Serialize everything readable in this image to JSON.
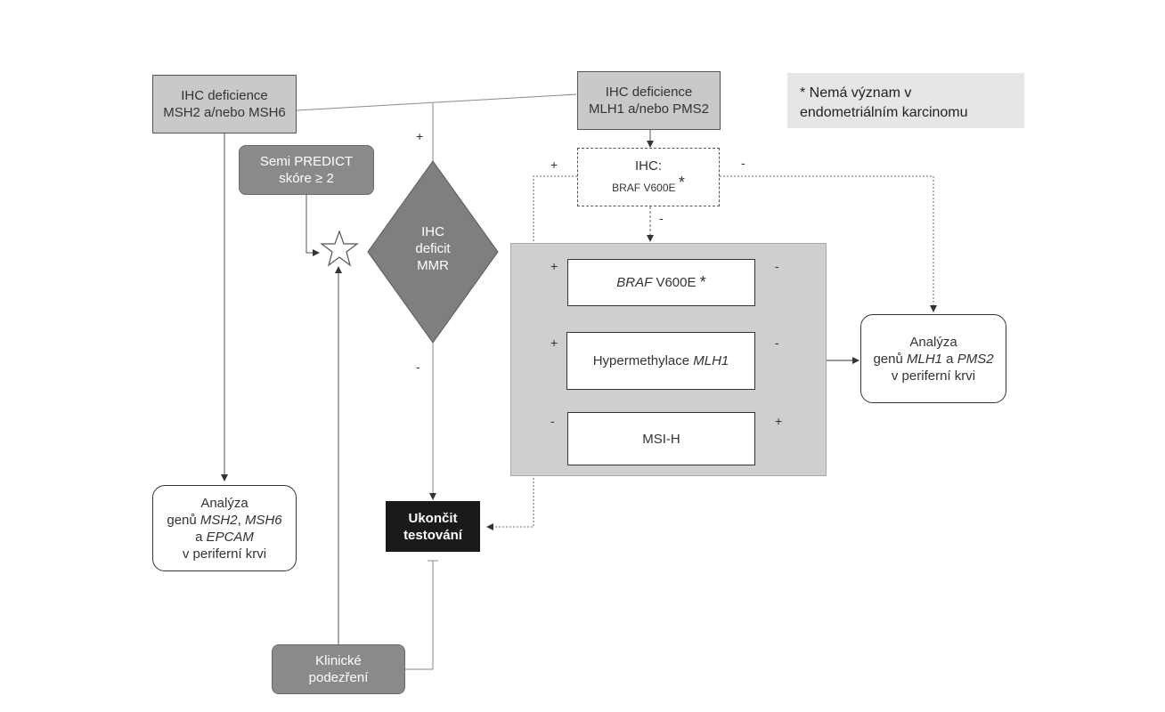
{
  "note": {
    "line1": "* Nemá význam v",
    "line2": "endometriálním karcinomu"
  },
  "ihc_msh2": {
    "line1": "IHC deficience",
    "line2": "MSH2 a/nebo MSH6"
  },
  "ihc_mlh1": {
    "line1": "IHC deficience",
    "line2": "MLH1 a/nebo PMS2"
  },
  "ihc_braf": {
    "line1": "IHC:",
    "line2": "BRAF V600E",
    "asterisk": "*"
  },
  "semi_predict": {
    "line1": "Semi PREDICT",
    "line2": "skóre ≥ 2"
  },
  "diamond": {
    "line1": "IHC",
    "line2": "deficit",
    "line3": "MMR"
  },
  "braf_box": {
    "gene": "BRAF",
    "text": " V600E",
    "asterisk": "*"
  },
  "hyper_box": {
    "text": "Hypermethylace ",
    "gene": "MLH1"
  },
  "msi_box": {
    "text": "MSI-H"
  },
  "analyza_mlh1": {
    "line1": "Analýza",
    "line2_a": "genů ",
    "gene1": "MLH1",
    "line2_b": " a ",
    "gene2": "PMS2",
    "line3": "v periferní krvi"
  },
  "analyza_msh2": {
    "line1": "Analýza",
    "line2_a": "genů ",
    "gene1": "MSH2",
    "line2_b": ", ",
    "gene2": "MSH6",
    "line3_a": "a ",
    "gene3": "EPCAM",
    "line4": "v periferní krvi"
  },
  "ukoncit": {
    "line1": "Ukončit",
    "line2": "testování"
  },
  "klinicke": {
    "line1": "Klinické",
    "line2": "podezření"
  },
  "signs": {
    "plus": "+",
    "minus": "-"
  },
  "colors": {
    "box_gray": "#c9c9c9",
    "box_dark": "#8a8a8a",
    "box_black": "#1a1a1a",
    "panel": "#cfcfcf",
    "note_bg": "#e6e6e6"
  },
  "icons": {
    "star": "star-icon"
  }
}
